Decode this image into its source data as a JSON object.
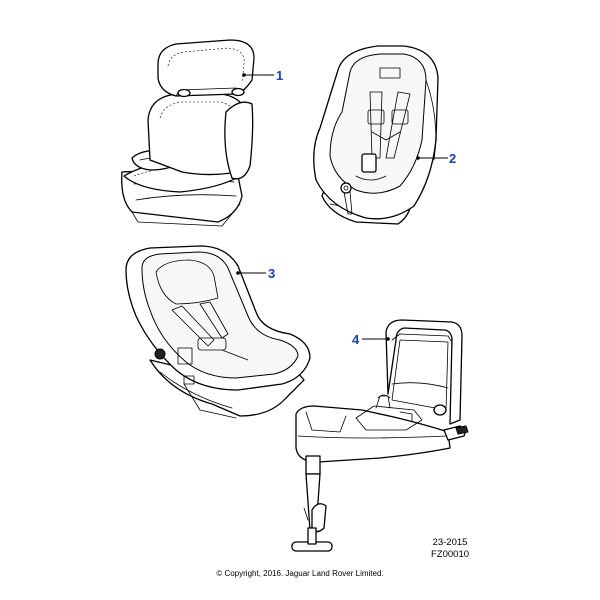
{
  "callouts": {
    "part1": "1",
    "part2": "2",
    "part3": "3",
    "part4": "4"
  },
  "reference": {
    "line1": "23-2015",
    "line2": "FZ00010"
  },
  "copyright": "© Copyright, 2016. Jaguar Land Rover Limited.",
  "colors": {
    "callout": "#1a3fbf",
    "line": "#000000",
    "background": "#ffffff"
  }
}
